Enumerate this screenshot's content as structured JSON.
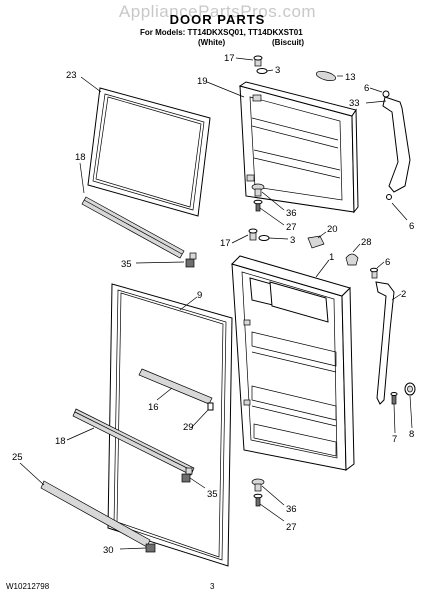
{
  "header": {
    "watermark": "AppliancePartsPros.com",
    "title": "DOOR PARTS",
    "models_line": "For Models: TT14DKXSQ01, TT14DKXST01",
    "variant_a": "(White)",
    "variant_b": "(Biscuit)"
  },
  "footer": {
    "doc_number": "W10212798",
    "page_number": "3"
  },
  "callouts": {
    "c23": "23",
    "c18a": "18",
    "c35a": "35",
    "c19": "19",
    "c17a": "17",
    "c3a": "3",
    "c13": "13",
    "c6a": "6",
    "c33": "33",
    "c36a": "36",
    "c27a": "27",
    "c6b": "6",
    "c17b": "17",
    "c3b": "3",
    "c20": "20",
    "c28": "28",
    "c1": "1",
    "c6c": "6",
    "c2": "2",
    "c9": "9",
    "c16": "16",
    "c29": "29",
    "c18b": "18",
    "c25": "25",
    "c35b": "35",
    "c7": "7",
    "c8": "8",
    "c36b": "36",
    "c27b": "27",
    "c30": "30"
  }
}
